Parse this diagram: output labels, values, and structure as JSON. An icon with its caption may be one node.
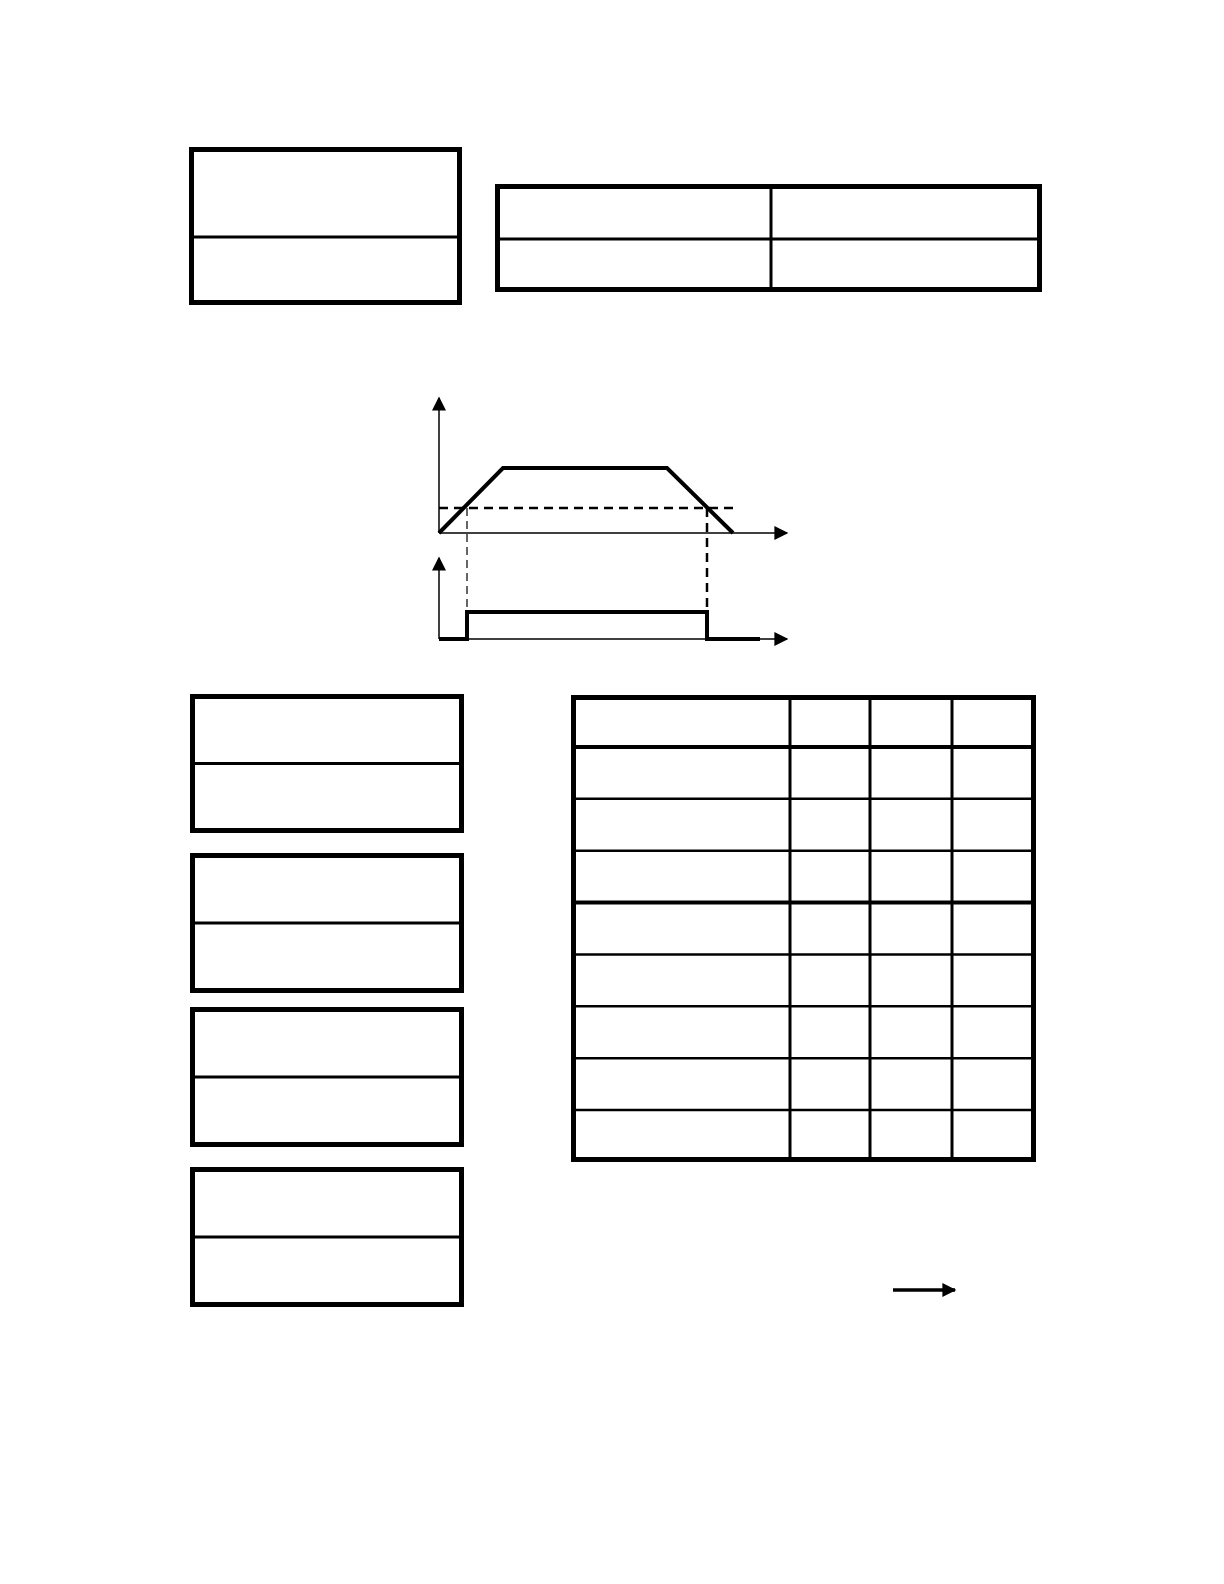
{
  "diagram": {
    "nodes": [
      {
        "text": [],
        "shape": "box"
      },
      {
        "text": [],
        "shape": "table"
      },
      {
        "text": [],
        "shape": "box"
      },
      {
        "text": [],
        "shape": "table"
      },
      {
        "text": [],
        "shape": "box"
      },
      {
        "text": [],
        "shape": "box"
      },
      {
        "text": [],
        "shape": "box"
      }
    ]
  }
}
